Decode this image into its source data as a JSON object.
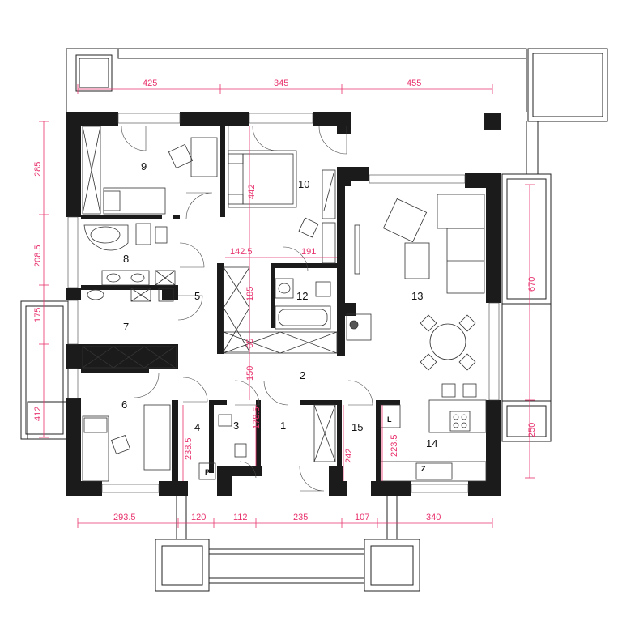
{
  "rooms": {
    "r1": "1",
    "r2": "2",
    "r3": "3",
    "r4": "4",
    "r5": "5",
    "r6": "6",
    "r7": "7",
    "r8": "8",
    "r9": "9",
    "r10": "10",
    "r11": "12",
    "r13": "13",
    "r14": "14",
    "r15": "15"
  },
  "dimensions": {
    "top": [
      "425",
      "345",
      "455"
    ],
    "bottom": [
      "293.5",
      "120",
      "112",
      "235",
      "107",
      "340"
    ],
    "left": [
      "285",
      "208.5",
      "175",
      "412"
    ],
    "right": [
      "670",
      "250"
    ],
    "inner": {
      "d442": "442",
      "d142_5": "142.5",
      "d191": "191",
      "d185": "185",
      "d65": "65",
      "d150": "150",
      "d178_5": "178.5",
      "d238_5": "238.5",
      "d242": "242",
      "d223_5": "223.5"
    }
  },
  "markers": {
    "p": "P",
    "l": "L",
    "z": "Z"
  },
  "colors": {
    "wall": "#1b1b1b",
    "dimension": "#e8336d"
  }
}
